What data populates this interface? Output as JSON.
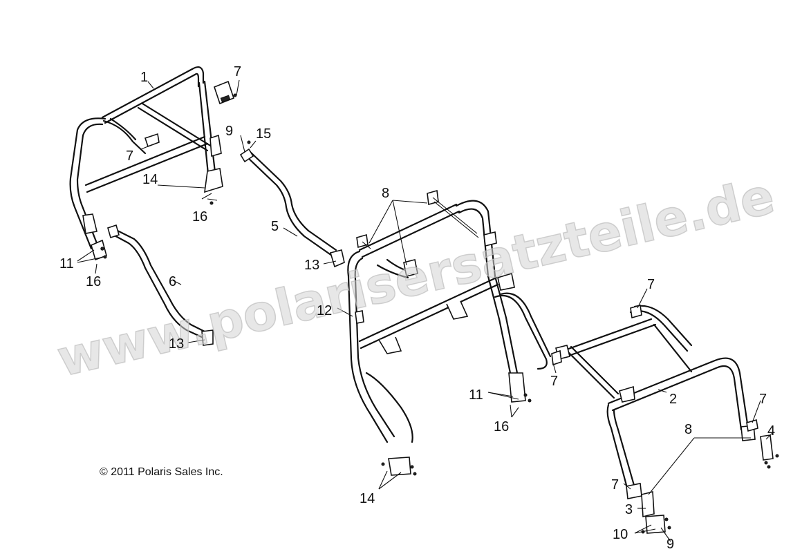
{
  "diagram": {
    "copyright": "© 2011 Polaris Sales Inc.",
    "watermark": "www.polarisersatzteile.de",
    "callouts": {
      "c1": "1",
      "c7a": "7",
      "c7b": "7",
      "c9a": "9",
      "c15": "15",
      "c14a": "14",
      "c16a": "16",
      "c5": "5",
      "c11a": "11",
      "c16b": "16",
      "c6": "6",
      "c13a": "13",
      "c13b": "13",
      "c8a": "8",
      "c12": "12",
      "c11b": "11",
      "c16c": "16",
      "c14b": "14",
      "c7c": "7",
      "c7d": "7",
      "c2": "2",
      "c7e": "7",
      "c4": "4",
      "c8b": "8",
      "c7f": "7",
      "c3": "3",
      "c10": "10",
      "c9b": "9"
    }
  }
}
